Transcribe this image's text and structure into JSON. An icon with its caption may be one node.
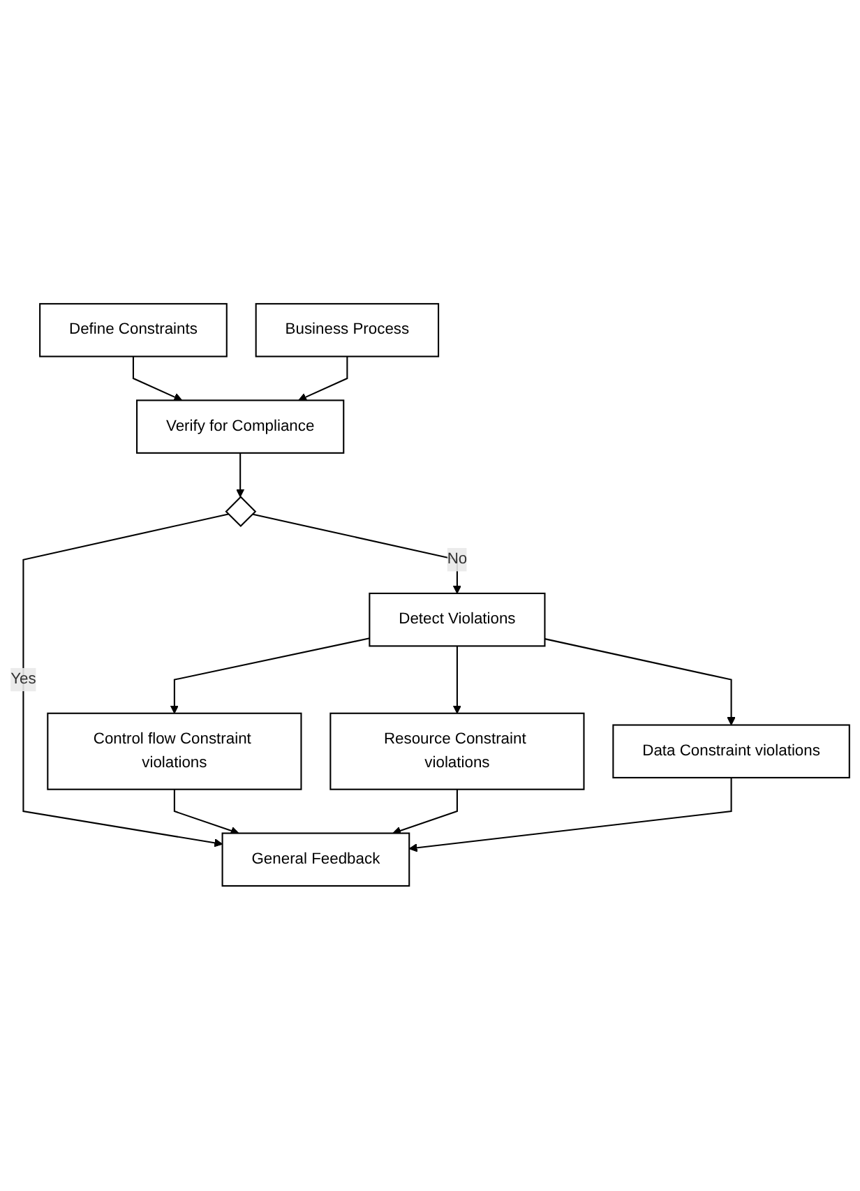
{
  "diagram": {
    "nodes": [
      {
        "text": [
          "Define Constraints"
        ]
      },
      {
        "text": [
          "Business Process"
        ]
      },
      {
        "text": [
          "Verify for Compliance"
        ]
      },
      {
        "text": [],
        "shape": "diamond"
      },
      {
        "text": [
          "Detect Violations"
        ]
      },
      {
        "text": [
          "Control flow Constraint violations"
        ]
      },
      {
        "text": [
          "Resource Constraint violations"
        ]
      },
      {
        "text": [
          "Data Constraint violations"
        ]
      },
      {
        "text": [
          "General Feedback"
        ]
      }
    ],
    "edges": [
      {
        "from": 0,
        "to": 2,
        "arrow": "to"
      },
      {
        "from": 1,
        "to": 2,
        "arrow": "to"
      },
      {
        "from": 2,
        "to": 3,
        "arrow": "to"
      },
      {
        "from": 3,
        "to": 4,
        "arrow": "to",
        "label": "No"
      },
      {
        "from": 3,
        "to": 8,
        "arrow": "to",
        "label": "Yes"
      },
      {
        "from": 4,
        "to": 5,
        "arrow": "to"
      },
      {
        "from": 4,
        "to": 6,
        "arrow": "to"
      },
      {
        "from": 4,
        "to": 7,
        "arrow": "to"
      },
      {
        "from": 5,
        "to": 8,
        "arrow": "to"
      },
      {
        "from": 6,
        "to": 8,
        "arrow": "to"
      },
      {
        "from": 7,
        "to": 8,
        "arrow": "to"
      }
    ]
  }
}
